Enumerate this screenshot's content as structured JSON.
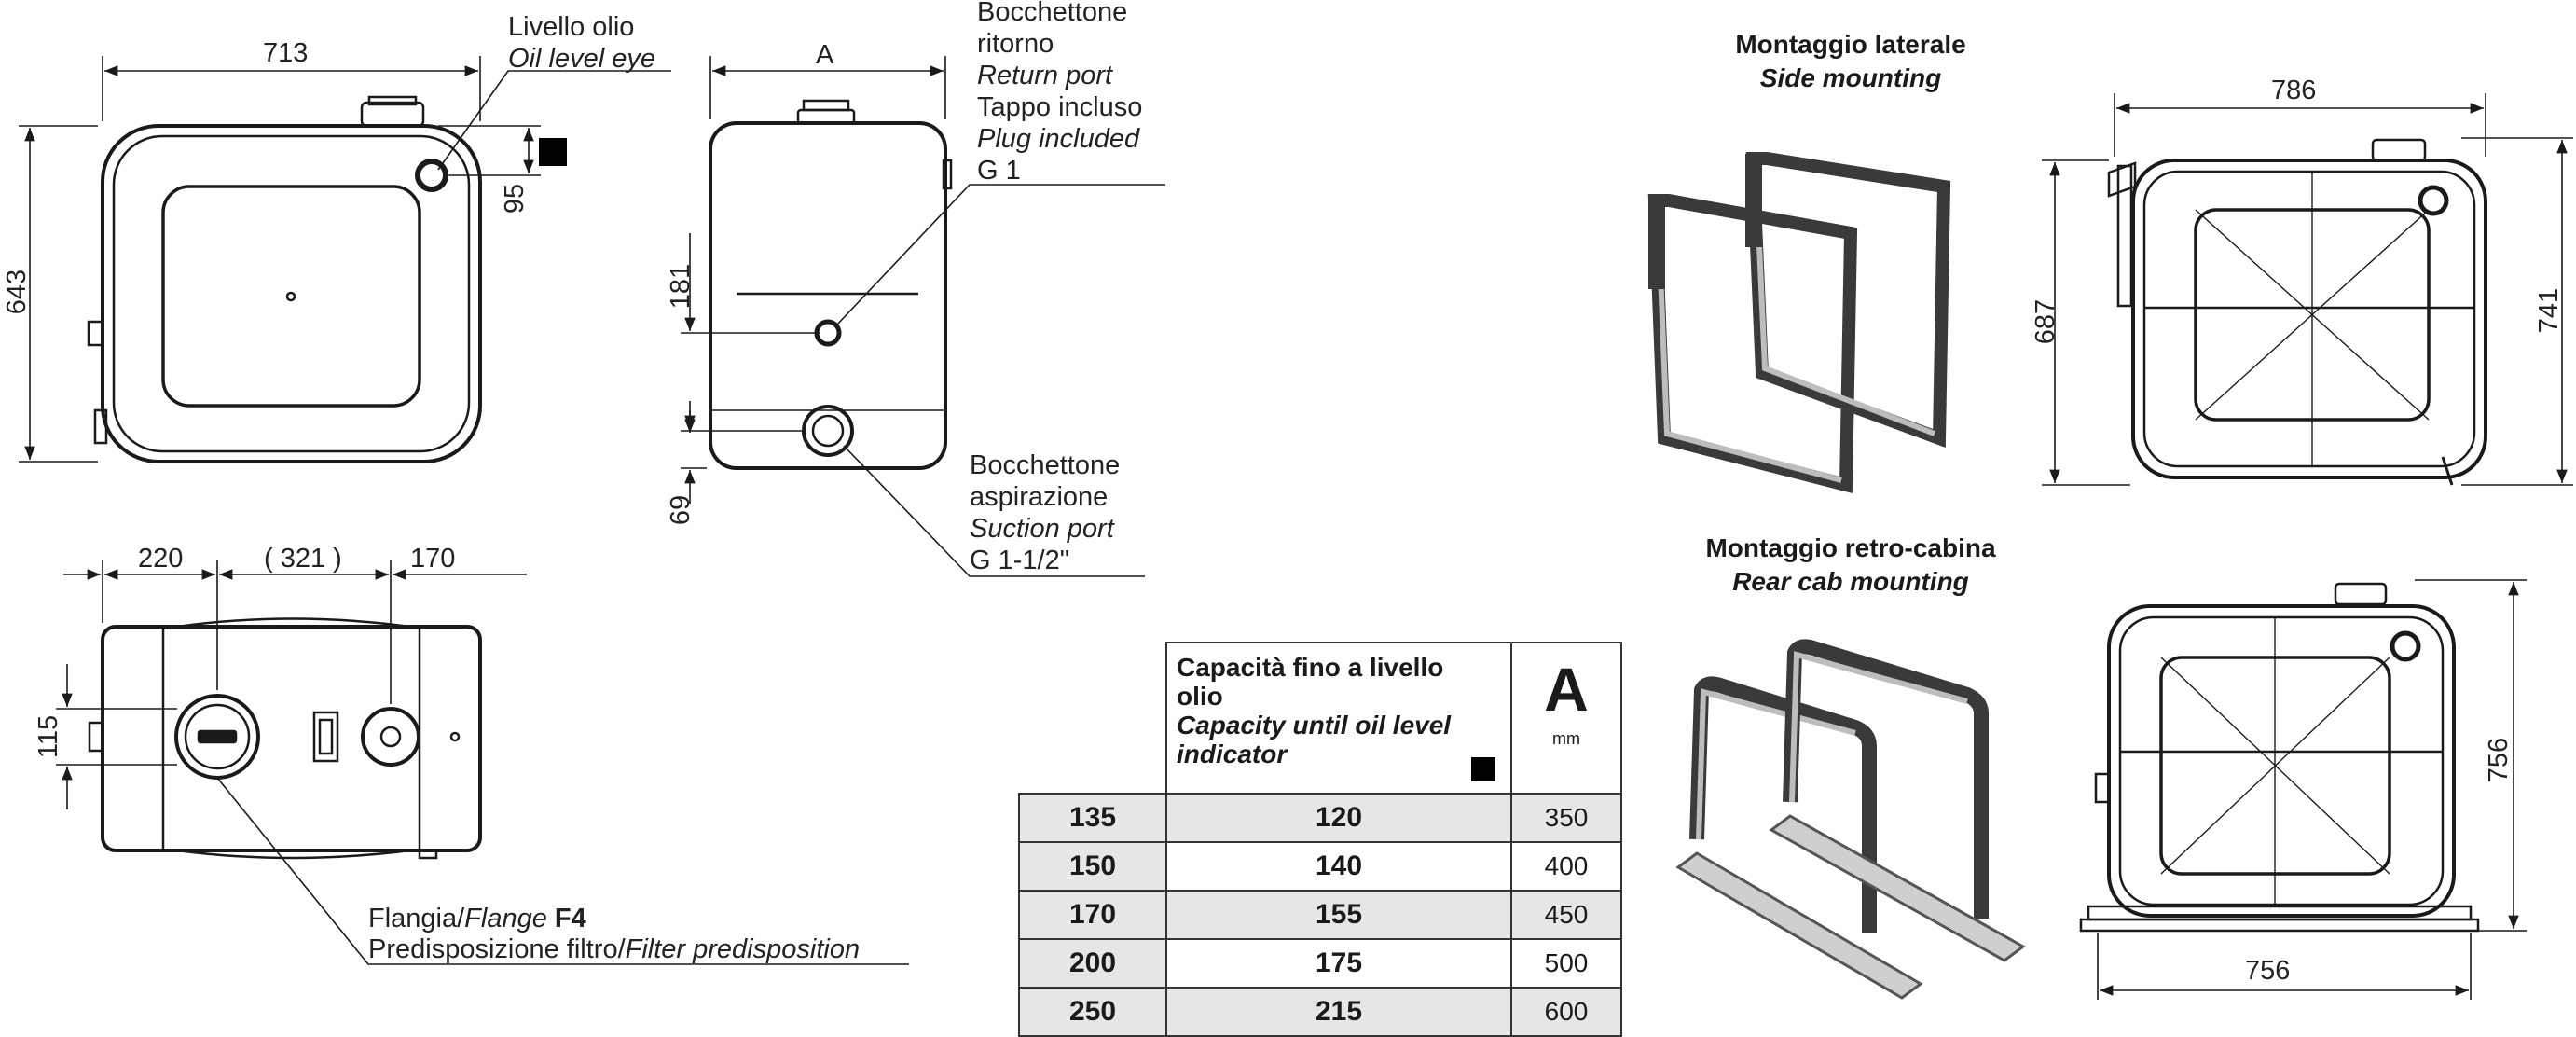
{
  "labels": {
    "oil_level_it": "Livello olio",
    "oil_level_en": "Oil level eye",
    "return_it_1": "Bocchettone",
    "return_it_2": "ritorno",
    "return_en": "Return port",
    "plug_it": "Tappo incluso",
    "plug_en": "Plug included",
    "return_size": "G 1",
    "suction_it_1": "Bocchettone",
    "suction_it_2": "aspirazione",
    "suction_en": "Suction port",
    "suction_size": "G 1-1/2\"",
    "flange_it": "Flangia/",
    "flange_en": "Flange",
    "flange_code": "F4",
    "filter_it": "Predisposizione filtro/",
    "filter_en": "Filter predisposition"
  },
  "dimensions": {
    "d713": "713",
    "d643": "643",
    "d95": "95",
    "dA": "A",
    "d181": "181",
    "d69": "69",
    "d220": "220",
    "d321": "( 321 )",
    "d170": "170",
    "d115": "115",
    "d786": "786",
    "d687": "687",
    "d741": "741",
    "d756v": "756",
    "d756h": "756"
  },
  "mounting": {
    "side_it": "Montaggio laterale",
    "side_en": "Side mounting",
    "rear_it": "Montaggio retro-cabina",
    "rear_en": "Rear cab mounting"
  },
  "table": {
    "header_it": "Capacità fino a livello olio",
    "header_en": "Capacity until oil level indicator",
    "header_a": "A",
    "header_unit": "mm",
    "rows": [
      {
        "model": "135",
        "capacity": "120",
        "a": "350"
      },
      {
        "model": "150",
        "capacity": "140",
        "a": "400"
      },
      {
        "model": "170",
        "capacity": "155",
        "a": "450"
      },
      {
        "model": "200",
        "capacity": "175",
        "a": "500"
      },
      {
        "model": "250",
        "capacity": "215",
        "a": "600"
      }
    ]
  },
  "colors": {
    "line": "#1a1a1a",
    "table_shade": "#e6e6e6",
    "bracket_dark": "#3a3a3a",
    "bracket_steel": "#bdbdbd"
  }
}
